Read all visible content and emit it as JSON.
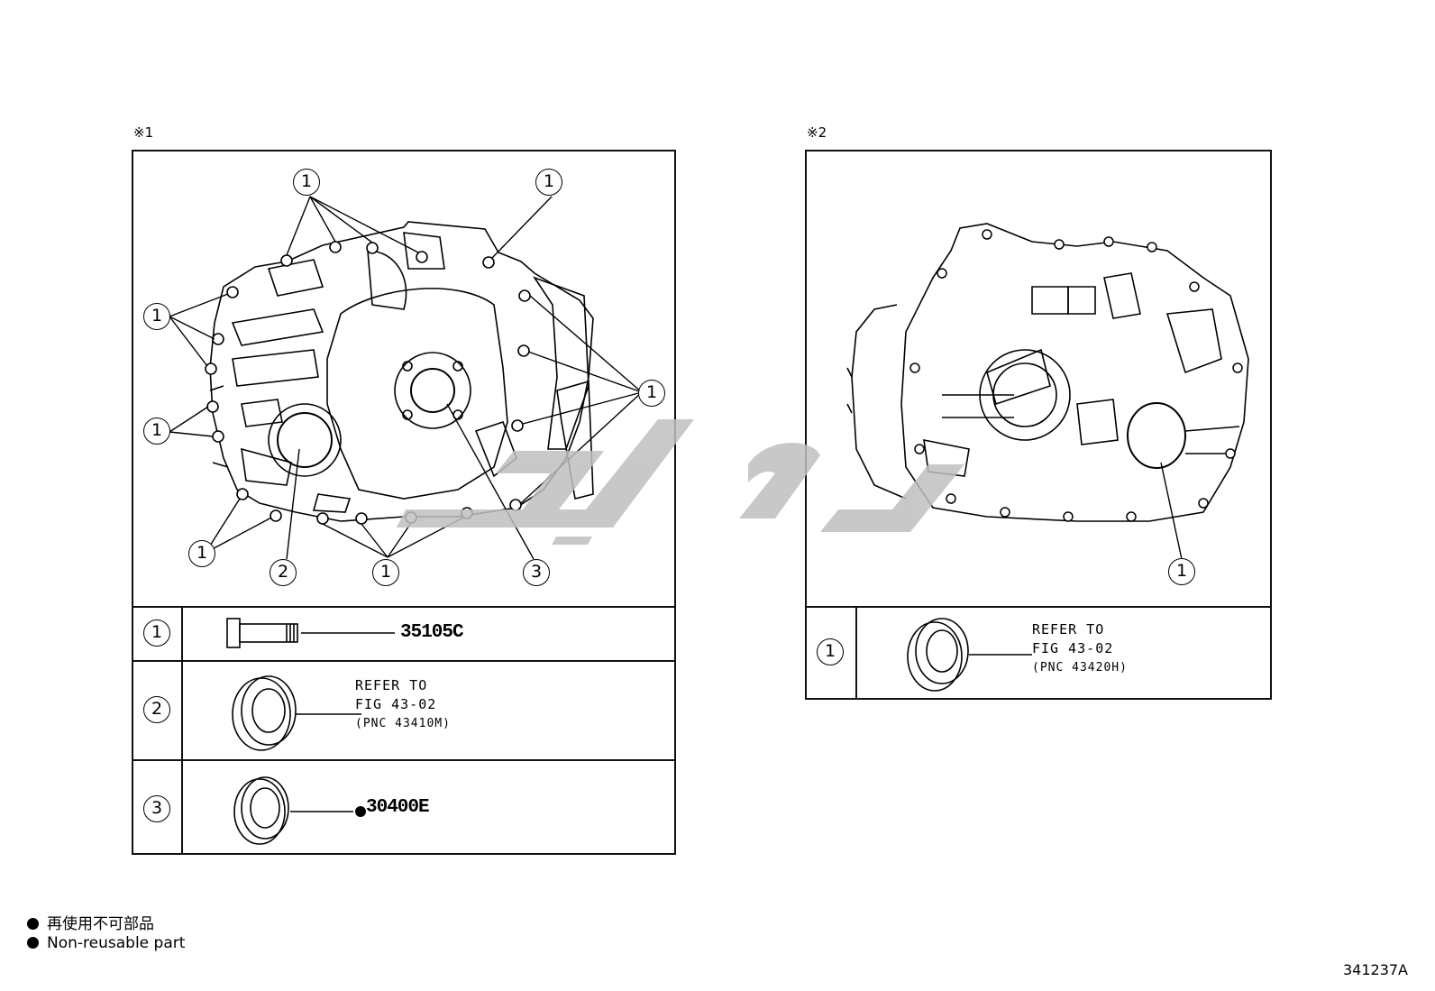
{
  "panels": {
    "left": {
      "tag": "※1",
      "callout": "1",
      "callout_2": "2",
      "callout_3": "3",
      "parts": [
        {
          "index": "1",
          "code": "35105C"
        },
        {
          "index": "2",
          "refer_line1": "REFER TO",
          "refer_line2": "FIG 43-02",
          "refer_line3": "(PNC 43410M)"
        },
        {
          "index": "3",
          "code": "30400E"
        }
      ]
    },
    "right": {
      "tag": "※2",
      "callout": "1",
      "parts": [
        {
          "index": "1",
          "refer_line1": "REFER TO",
          "refer_line2": "FIG 43-02",
          "refer_line3": "(PNC 43420H)"
        }
      ]
    }
  },
  "legend": {
    "line1": "再使用不可部品",
    "line2": "Non-reusable part"
  },
  "image_code": "341237A",
  "colors": {
    "line": "#111111",
    "watermark": "#bfbfbf"
  }
}
